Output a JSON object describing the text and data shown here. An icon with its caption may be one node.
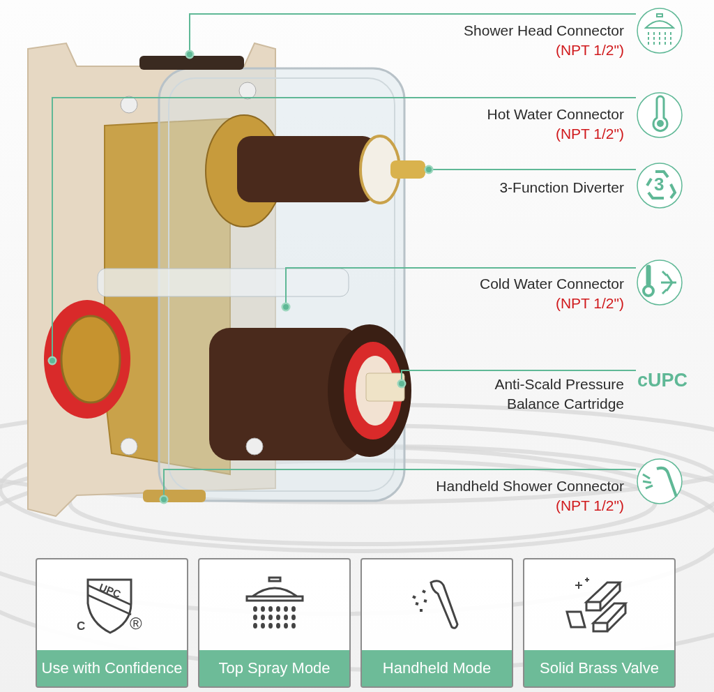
{
  "diagram": {
    "nodes": [
      {
        "text": [
          "Shower Head Connector",
          "(NPT 1/2\")"
        ]
      },
      {
        "text": [
          "Hot Water Connector",
          "(NPT 1/2\")"
        ]
      },
      {
        "text": [
          "3-Function Diverter"
        ]
      },
      {
        "text": [
          "Cold Water Connector",
          "(NPT 1/2\")"
        ]
      },
      {
        "text": [
          "Anti-Scald Pressure Balance Cartridge"
        ]
      },
      {
        "text": [
          "Handheld Shower Connector",
          "(NPT 1/2\")"
        ]
      },
      {
        "text": [
          "Use with Confidence"
        ]
      },
      {
        "text": [
          "Top Spray Mode"
        ]
      },
      {
        "text": [
          "Handheld Mode"
        ]
      },
      {
        "text": [
          "Solid Brass Valve"
        ]
      }
    ],
    "edges": [
      {
        "from": 0,
        "to": null,
        "arrow": "other"
      },
      {
        "from": 1,
        "to": null,
        "arrow": "other"
      },
      {
        "from": 2,
        "to": null,
        "arrow": "other"
      },
      {
        "from": 3,
        "to": null,
        "arrow": "other"
      },
      {
        "from": 4,
        "to": null,
        "arrow": "other"
      },
      {
        "from": 5,
        "to": null,
        "arrow": "other"
      }
    ],
    "labels": [
      "3",
      "cUPC",
      "UPC",
      "C",
      "®"
    ]
  }
}
